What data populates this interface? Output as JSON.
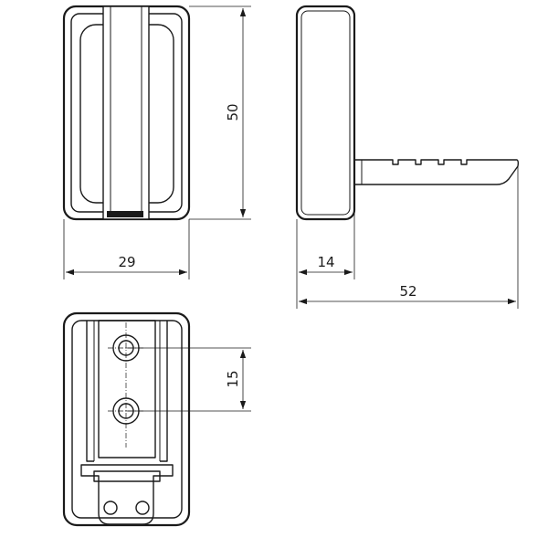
{
  "dimensions": {
    "height": "50",
    "width": "29",
    "depth": "14",
    "length": "52",
    "hole_spacing": "15"
  }
}
